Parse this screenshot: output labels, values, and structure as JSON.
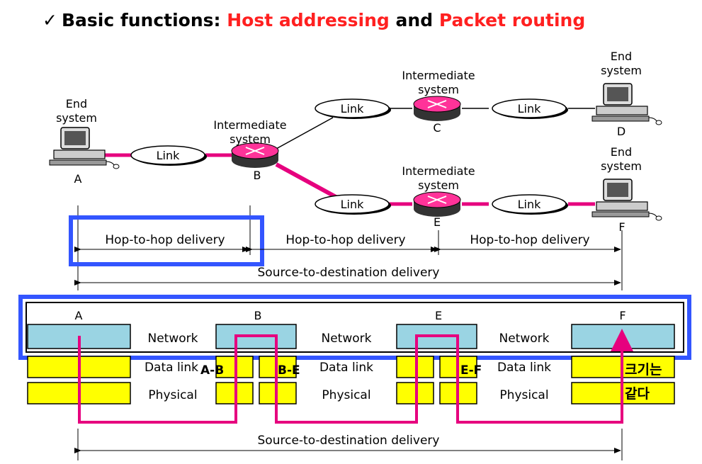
{
  "title": {
    "check": "✓",
    "prefix": "Basic functions: ",
    "part1": "Host addressing",
    "mid": " and ",
    "part2": "Packet routing"
  },
  "colors": {
    "accent": "#ff2020",
    "path": "#e6007e",
    "highlight_box": "#3355ff",
    "network_layer": "#9ad4e3",
    "lower_layers": "#ffff00"
  },
  "labels": {
    "end_system": "End system",
    "intermediate_system": "Intermediate system",
    "link": "Link",
    "hop_to_hop": "Hop-to-hop delivery",
    "source_to_destination": "Source-to-destination delivery",
    "network": "Network",
    "data_link": "Data link",
    "physical": "Physical"
  },
  "nodes": {
    "a": "A",
    "b": "B",
    "c": "C",
    "d": "D",
    "e": "E",
    "f": "F"
  },
  "hop_tags": [
    "A-B",
    "B-E",
    "E-F"
  ],
  "note": [
    "크기는",
    "같다"
  ]
}
